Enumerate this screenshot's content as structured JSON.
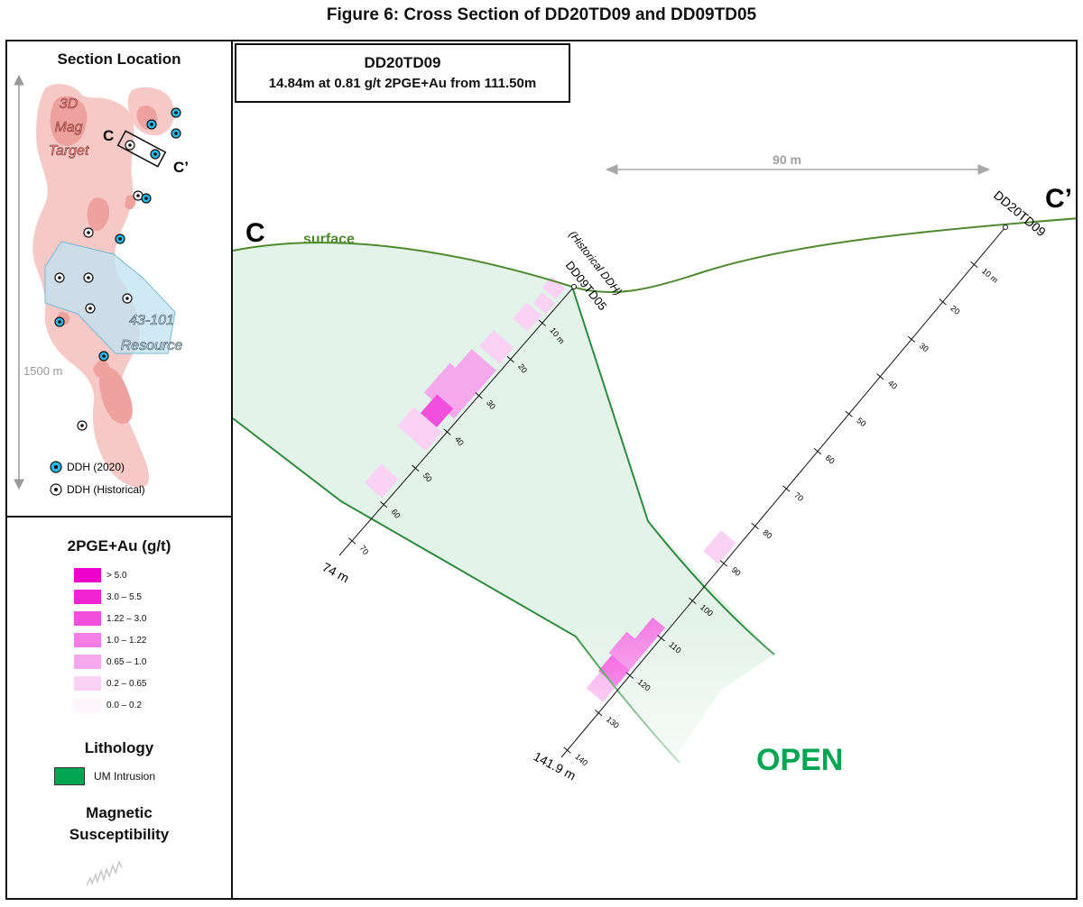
{
  "title": "Figure 6: Cross Section of DD20TD09 and DD09TD05",
  "location": {
    "heading": "Section Location",
    "target_label_lines": [
      "3D",
      "Mag",
      "Target"
    ],
    "resource_label_lines": [
      "43-101",
      "Resource"
    ],
    "section_start": "C",
    "section_end": "C’",
    "scale_label": "1500 m",
    "legend_2020": "DDH (2020)",
    "legend_historical": "DDH (Historical)"
  },
  "legend": {
    "grade_heading": "2PGE+Au (g/t)",
    "grade_classes": [
      {
        "label": "> 5.0",
        "color": "#ee00cc"
      },
      {
        "label": "3.0 – 5.5",
        "color": "#f022d2"
      },
      {
        "label": "1.22 – 3.0",
        "color": "#f250dc"
      },
      {
        "label": "1.0 – 1.22",
        "color": "#f47ee4"
      },
      {
        "label": "0.65 – 1.0",
        "color": "#f6a8ec"
      },
      {
        "label": "0.2 – 0.65",
        "color": "#f9d2f4"
      },
      {
        "label": "0.0 – 0.2",
        "color": "#fdf6fc"
      }
    ],
    "lithology_heading": "Lithology",
    "lithology_item": "UM Intrusion",
    "lithology_color": "#00a651",
    "mag_heading_lines": [
      "Magnetic",
      "Susceptibility"
    ]
  },
  "section": {
    "callout_hole": "DD20TD09",
    "callout_intercept": "14.84m at 0.81 g/t 2PGE+Au from 111.50m",
    "distance_label": "90 m",
    "surface_label": "surface",
    "end_left": "C",
    "end_right": "C’",
    "hole1_name": "DD09TD05",
    "hole1_note": "(Historical DDH)",
    "hole1_end_depth": "74 m",
    "hole1_ticks": [
      "10 m",
      "20",
      "30",
      "40",
      "50",
      "60",
      "70"
    ],
    "hole2_name": "DD20TD09",
    "hole2_end_depth": "141.9 m",
    "hole2_ticks": [
      "10 m",
      "20",
      "30",
      "40",
      "50",
      "60",
      "70",
      "80",
      "90",
      "100",
      "110",
      "120",
      "130",
      "140"
    ],
    "open_label": "OPEN"
  }
}
